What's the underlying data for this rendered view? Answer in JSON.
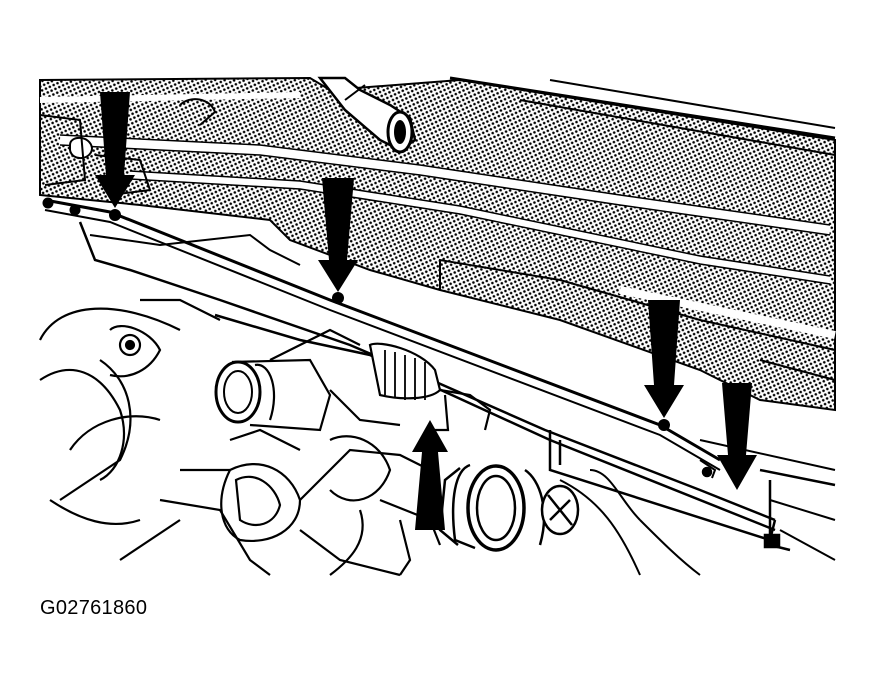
{
  "figure": {
    "code": "G02761860"
  },
  "colors": {
    "ink": "#000000",
    "paper": "#ffffff"
  },
  "arrows": [
    {
      "name": "arrow-down-left-fastener",
      "direction": "down"
    },
    {
      "name": "arrow-down-center-fastener",
      "direction": "down"
    },
    {
      "name": "arrow-down-right-fastener",
      "direction": "down"
    },
    {
      "name": "arrow-down-far-right-fastener",
      "direction": "down"
    },
    {
      "name": "arrow-up-lower-clip",
      "direction": "up"
    }
  ]
}
